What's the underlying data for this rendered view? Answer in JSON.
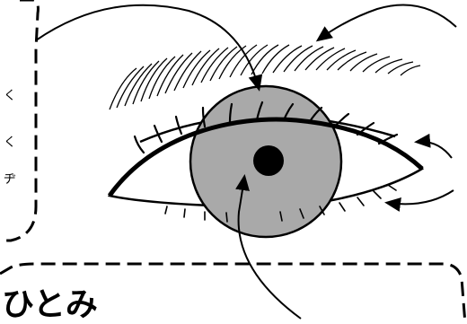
{
  "labels": {
    "pupil_label": "ひとみ",
    "side_text_1": "く",
    "side_text_2": "く",
    "side_text_3": "ヂ"
  },
  "colors": {
    "iris": "#a9a9a9",
    "pupil": "#000000",
    "line": "#000000",
    "background": "#ffffff"
  }
}
